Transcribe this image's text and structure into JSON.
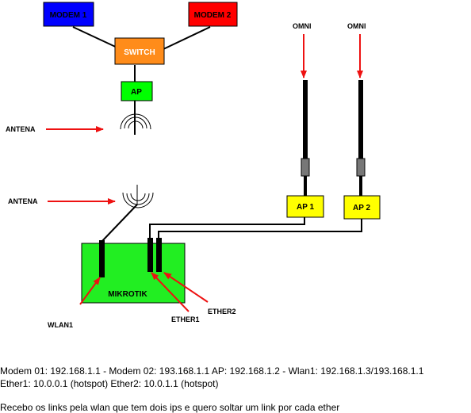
{
  "colors": {
    "modem1": "#0000ff",
    "modem2": "#ff0000",
    "switch": "#ff8c1a",
    "ap": "#00ff00",
    "mikrotik": "#22ee22",
    "ap_omni": "#ffff00",
    "arrow": "#ee1111",
    "line": "#000000"
  },
  "nodes": {
    "modem1": "MODEM 1",
    "modem2": "MODEM 2",
    "switch": "SWITCH",
    "ap": "AP",
    "mikrotik": "MIKROTIK",
    "ap1": "AP 1",
    "ap2": "AP 2"
  },
  "labels": {
    "antena_top": "ANTENA",
    "antena_bottom": "ANTENA",
    "omni_left": "OMNI",
    "omni_right": "OMNI",
    "wlan1": "WLAN1",
    "ether1": "ETHER1",
    "ether2": "ETHER2"
  },
  "icons": {
    "antenna": "antenna-signal-icon",
    "omni_antenna": "omni-antenna-icon"
  },
  "caption": {
    "line1": "Modem 01: 192.168.1.1 -  Modem 02: 193.168.1.1 AP: 192.168.1.2 - Wlan1: 192.168.1.3/193.168.1.1",
    "line2": "Ether1: 10.0.0.1 (hotspot) Ether2: 10.0.1.1 (hotspot)",
    "line3": "Recebo os links pela wlan que tem dois ips e quero soltar um link por cada ether"
  }
}
